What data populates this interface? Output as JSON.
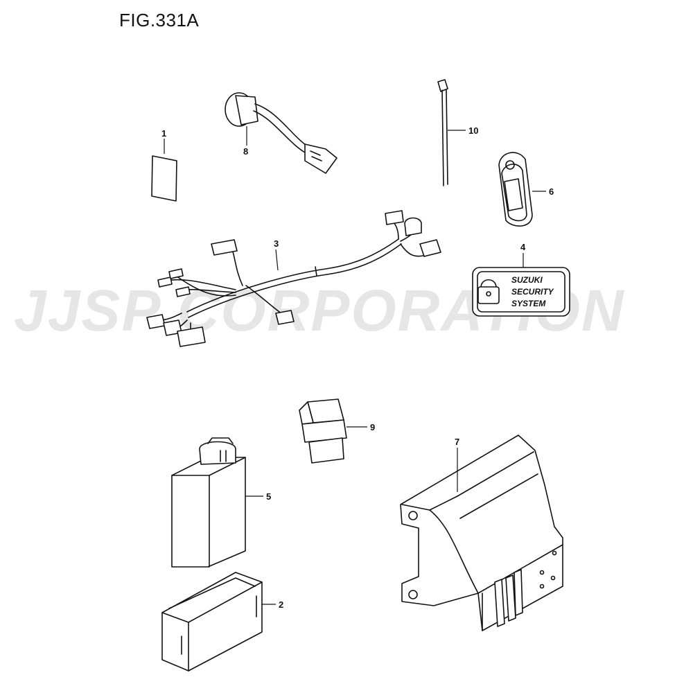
{
  "figure": {
    "title": "FIG.331A"
  },
  "watermark": {
    "text": "JJSP CORPORATION"
  },
  "decal": {
    "lines": [
      "SUZUKI",
      "SECURITY",
      "SYSTEM"
    ]
  },
  "callouts": [
    {
      "id": "1",
      "part": "card"
    },
    {
      "id": "2",
      "part": "module-holder"
    },
    {
      "id": "3",
      "part": "wiring-harness"
    },
    {
      "id": "4",
      "part": "security-decal"
    },
    {
      "id": "5",
      "part": "control-unit"
    },
    {
      "id": "6",
      "part": "key-fob"
    },
    {
      "id": "7",
      "part": "mounting-bracket"
    },
    {
      "id": "8",
      "part": "receiver-antenna"
    },
    {
      "id": "9",
      "part": "switch"
    },
    {
      "id": "10",
      "part": "cable-tie"
    }
  ],
  "colors": {
    "line": "#111111",
    "watermark": "#e6e6e6",
    "background": "#ffffff"
  }
}
